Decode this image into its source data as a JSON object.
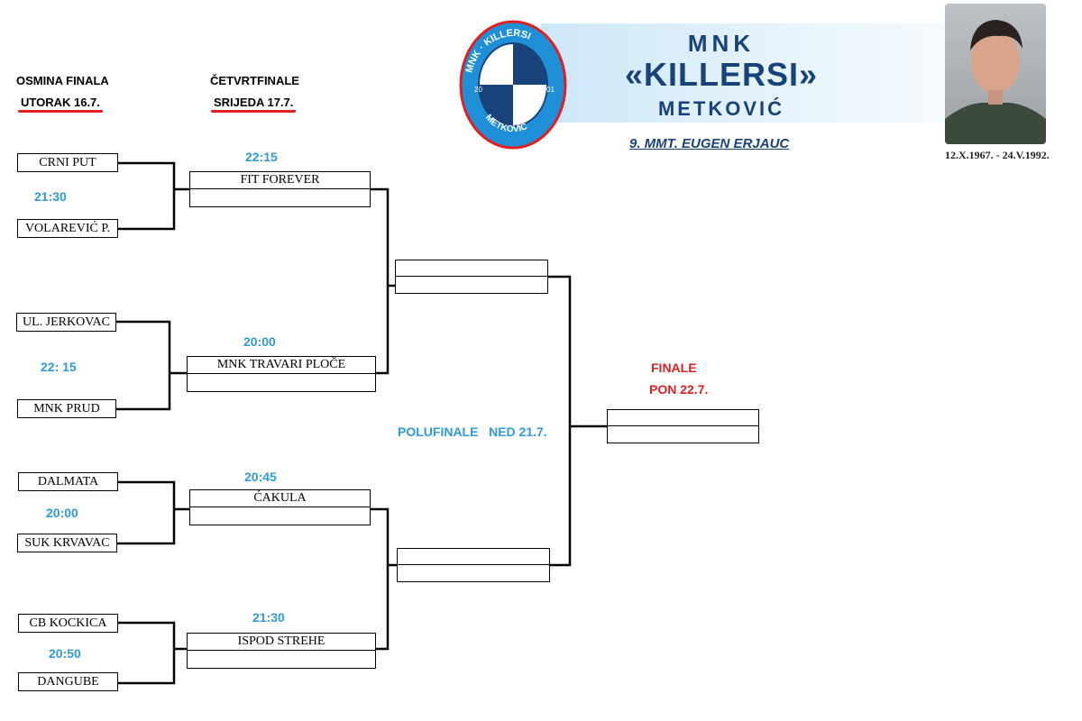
{
  "headers": {
    "round16_title": "OSMINA FINALA",
    "round16_date": "UTORAK 16.7.",
    "quarter_title": "ČETVRTFINALE",
    "quarter_date": "SRIJEDA 17.7.",
    "semi_label": "POLUFINALE   NED 21.7.",
    "final_title": "FINALE",
    "final_date": "PON 22.7."
  },
  "logo": {
    "brand_top": "MNK",
    "brand_name": "«KILLERSI»",
    "brand_city": "METKOVIĆ",
    "seal_text": "MNK · KILLERSI · METKOVIĆ",
    "seal_year_left": "20",
    "seal_year_right": "01"
  },
  "tournament": "9. MMT. EUGEN ERJAUC",
  "memorial_dates": "12.X.1967. - 24.V.1992.",
  "round16": [
    {
      "team1": "CRNI PUT",
      "team2": "VOLAREVIĆ P.",
      "time": "21:30"
    },
    {
      "team1": "UL. JERKOVAC",
      "team2": "MNK PRUD",
      "time": "22: 15"
    },
    {
      "team1": "DALMATA",
      "team2": "SUK KRVAVAC",
      "time": "20:00"
    },
    {
      "team1": "CB KOCKICA",
      "team2": "DANGUBE",
      "time": "20:50"
    }
  ],
  "quarter": [
    {
      "team": "FIT FOREVER",
      "opponent": "",
      "time": "22:15"
    },
    {
      "team": "MNK TRAVARI PLOČE",
      "opponent": "",
      "time": "20:00"
    },
    {
      "team": "ĆAKULA",
      "opponent": "",
      "time": "20:45"
    },
    {
      "team": "ISPOD STREHE",
      "opponent": "",
      "time": "21:30"
    }
  ],
  "semi": [
    {
      "team1": "",
      "team2": ""
    },
    {
      "team1": "",
      "team2": ""
    }
  ],
  "final": {
    "team1": "",
    "team2": ""
  },
  "colors": {
    "time_blue": "#2f9ad8",
    "final_red": "#e02020",
    "brand_navy": "#17437a",
    "seal_blue": "#1f8fd8"
  }
}
